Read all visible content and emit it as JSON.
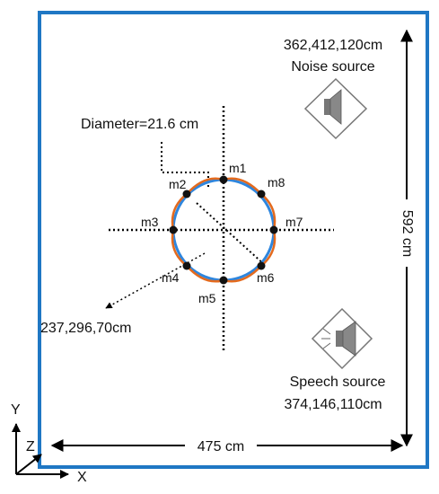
{
  "room": {
    "width_label": "475 cm",
    "height_label": "592 cm",
    "border_color": "#1f77c4"
  },
  "noise_source": {
    "coords": "362,412,120cm",
    "label": "Noise source",
    "icon": "speaker-icon"
  },
  "speech_source": {
    "label": "Speech source",
    "coords": "374,146,110cm",
    "icon": "speaker-icon"
  },
  "array": {
    "diameter_label": "Diameter=21.6 cm",
    "center_coords": "237,296,70cm",
    "ring_inner_color": "#2e86de",
    "ring_outer_color": "#e36a1e",
    "mics": [
      "m1",
      "m2",
      "m3",
      "m4",
      "m5",
      "m6",
      "m7",
      "m8"
    ]
  },
  "axes": {
    "x": "X",
    "y": "Y",
    "z": "Z"
  }
}
